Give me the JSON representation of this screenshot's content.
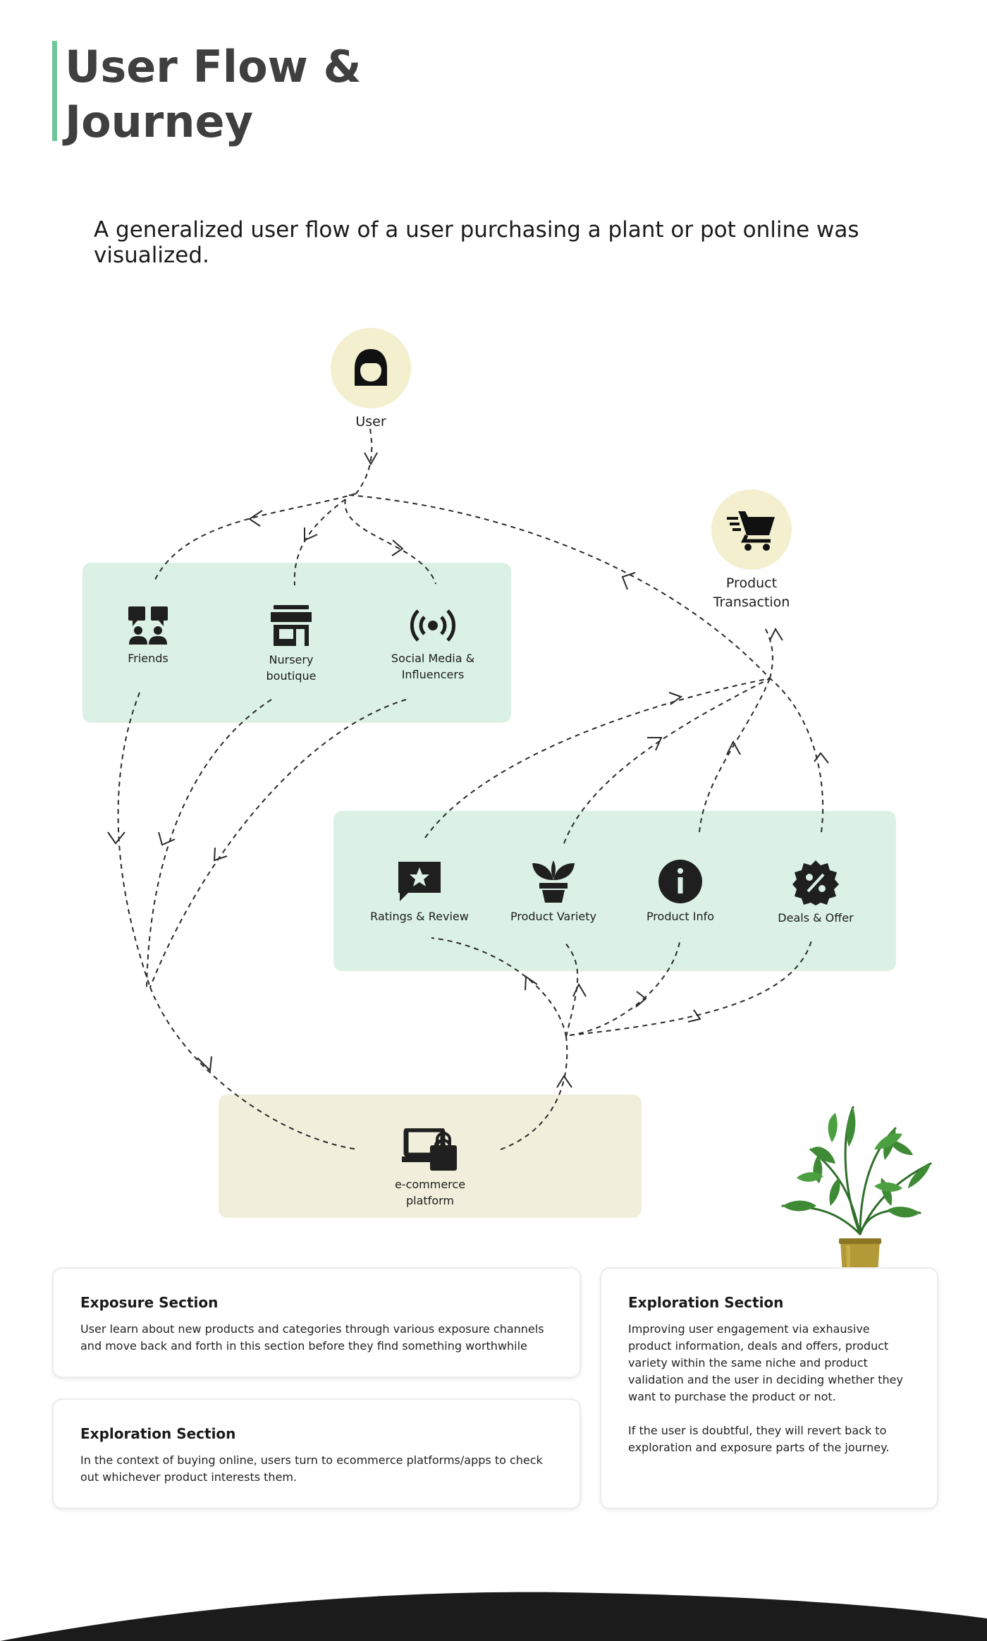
{
  "header": {
    "title_line1": "User Flow &",
    "title_line2": "Journey",
    "intro": "A generalized user flow of a user purchasing a plant or pot online was visualized."
  },
  "colors": {
    "accent": "#6cc799",
    "green_box": "#dcf1e6",
    "cream_box": "#f1efdc",
    "circle_fill": "#f4efcf",
    "icon": "#1f1f1f"
  },
  "diagram": {
    "user": {
      "label": "User",
      "icon": "user-icon"
    },
    "transaction": {
      "label_line1": "Product",
      "label_line2": "Transaction",
      "icon": "shopping-cart-icon"
    },
    "exposure": [
      {
        "label_line1": "Friends",
        "label_line2": "",
        "icon": "friends-icon"
      },
      {
        "label_line1": "Nursery",
        "label_line2": "boutique",
        "icon": "store-icon"
      },
      {
        "label_line1": "Social Media &",
        "label_line2": "Influencers",
        "icon": "broadcast-icon"
      }
    ],
    "exploration": [
      {
        "label": "Ratings & Review",
        "icon": "rating-star-icon"
      },
      {
        "label": "Product Variety",
        "icon": "plant-pot-icon"
      },
      {
        "label": "Product Info",
        "icon": "info-icon"
      },
      {
        "label": "Deals & Offer",
        "icon": "discount-badge-icon"
      }
    ],
    "ecommerce": {
      "label_line1": "e-commerce",
      "label_line2": "platform",
      "icon": "devices-shopping-icon"
    }
  },
  "cards": [
    {
      "title": "Exposure Section",
      "body": "User learn about new products and categories through various exposure channels and move back and forth in this section before they find something worthwhile"
    },
    {
      "title": "Exploration Section",
      "body": "In the context of buying online, users turn to ecommerce platforms/apps to check out whichever product interests them."
    },
    {
      "title": "Exploration Section",
      "body": "Improving user engagement via exhausive product information, deals and offers, product variety within the same niche and product validation and the user in deciding whether they want to purchase the product or not.\n\nIf the user is doubtful, they will revert back to exploration and exposure parts of the journey."
    }
  ]
}
